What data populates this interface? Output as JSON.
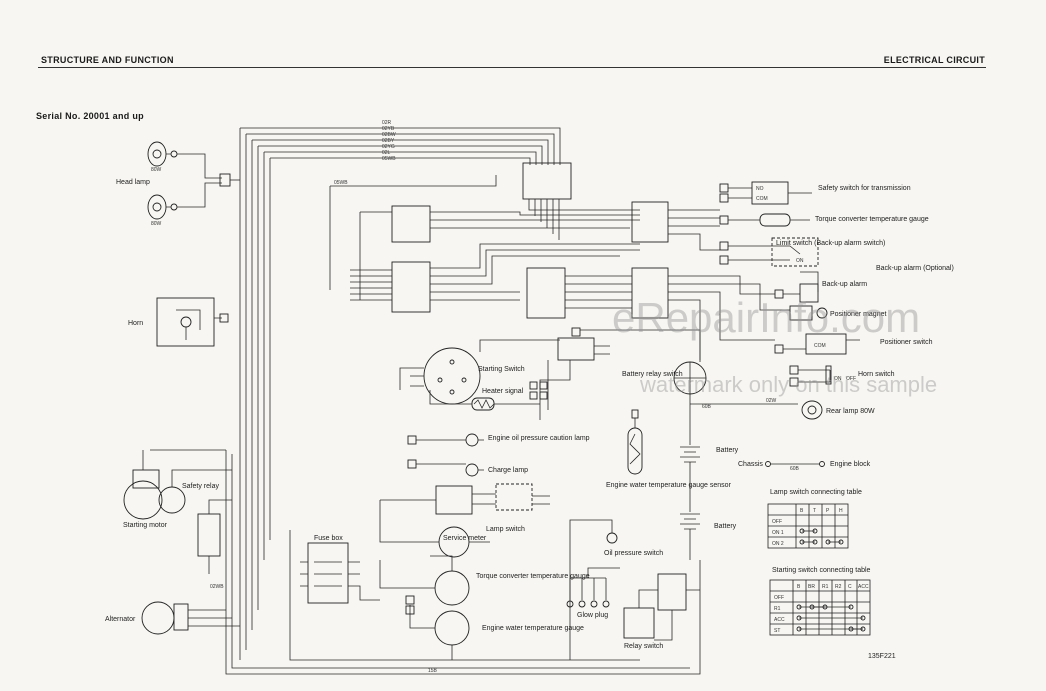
{
  "header": {
    "left": "STRUCTURE AND FUNCTION",
    "right": "ELECTRICAL CIRCUIT"
  },
  "serial": "Serial No. 20001 and up",
  "labels": {
    "head_lamp": "Head lamp",
    "horn": "Horn",
    "starting_motor": "Starting motor",
    "safety_relay": "Safety relay",
    "alternator": "Alternator",
    "fuse_box": "Fuse box",
    "starting_switch": "Starting Switch",
    "heater_signal": "Heater signal",
    "oil_caution": "Engine oil pressure caution lamp",
    "charge_lamp": "Charge lamp",
    "lamp_switch": "Lamp switch",
    "service_meter": "Service meter",
    "torque_gauge": "Torque converter temperature gauge",
    "water_gauge": "Engine water temperature gauge",
    "glow_plug": "Glow plug",
    "relay_switch": "Relay switch",
    "oil_pressure_switch": "Oil pressure switch",
    "water_sensor": "Engine water temperature gauge sensor",
    "battery_relay": "Battery relay switch",
    "battery_1": "Battery",
    "battery_2": "Battery",
    "chassis": "Chassis",
    "engine_block": "Engine block",
    "safety_switch": "Safety switch for transmission",
    "torque_right": "Torque converter temperature gauge",
    "limit_switch": "Limit switch (Back-up alarm switch)",
    "backup_alarm_opt": "Back-up alarm (Optional)",
    "backup_alarm": "Back-up alarm",
    "positioner_magnet": "Positioner magnet",
    "positioner_switch": "Positioner switch",
    "horn_switch": "Horn switch",
    "rear_lamp": "Rear lamp 80W",
    "figure_id": "135F221"
  },
  "wire_codes": {
    "bundle": [
      "02R",
      "02YB",
      "02BW",
      "02BY",
      "02YG",
      "02L",
      "05WB"
    ],
    "w05wb": "05WB",
    "w15b": "15B",
    "w60b": "60B",
    "w60b2": "60B",
    "w02wb": "02WB",
    "w02w": "02W"
  },
  "small_text": {
    "lamp_80w": "80W",
    "on": "ON",
    "off": "OFF",
    "no": "NO",
    "com": "COM"
  },
  "lamp_table": {
    "title": "Lamp switch connecting table",
    "headers": [
      "",
      "B",
      "T",
      "P",
      "H"
    ],
    "rows": [
      {
        "label": "OFF",
        "links": []
      },
      {
        "label": "ON 1",
        "links": [
          [
            1,
            2
          ]
        ]
      },
      {
        "label": "ON 2",
        "links": [
          [
            1,
            2
          ],
          [
            3,
            4
          ]
        ]
      }
    ]
  },
  "start_table": {
    "title": "Starting switch connecting table",
    "headers": [
      "",
      "B",
      "BR",
      "R1",
      "R2",
      "C",
      "ACC"
    ],
    "rows": [
      {
        "label": "OFF",
        "links": []
      },
      {
        "label": "R1",
        "links": [
          [
            1,
            5
          ],
          [
            2,
            3
          ]
        ]
      },
      {
        "label": "ACC",
        "links": [
          [
            1,
            6
          ]
        ]
      },
      {
        "label": "ST",
        "links": [
          [
            1,
            6
          ],
          [
            5,
            6
          ]
        ]
      }
    ]
  },
  "watermark": {
    "line1": "eRepairInfo.com",
    "line2": "watermark only on this sample"
  }
}
